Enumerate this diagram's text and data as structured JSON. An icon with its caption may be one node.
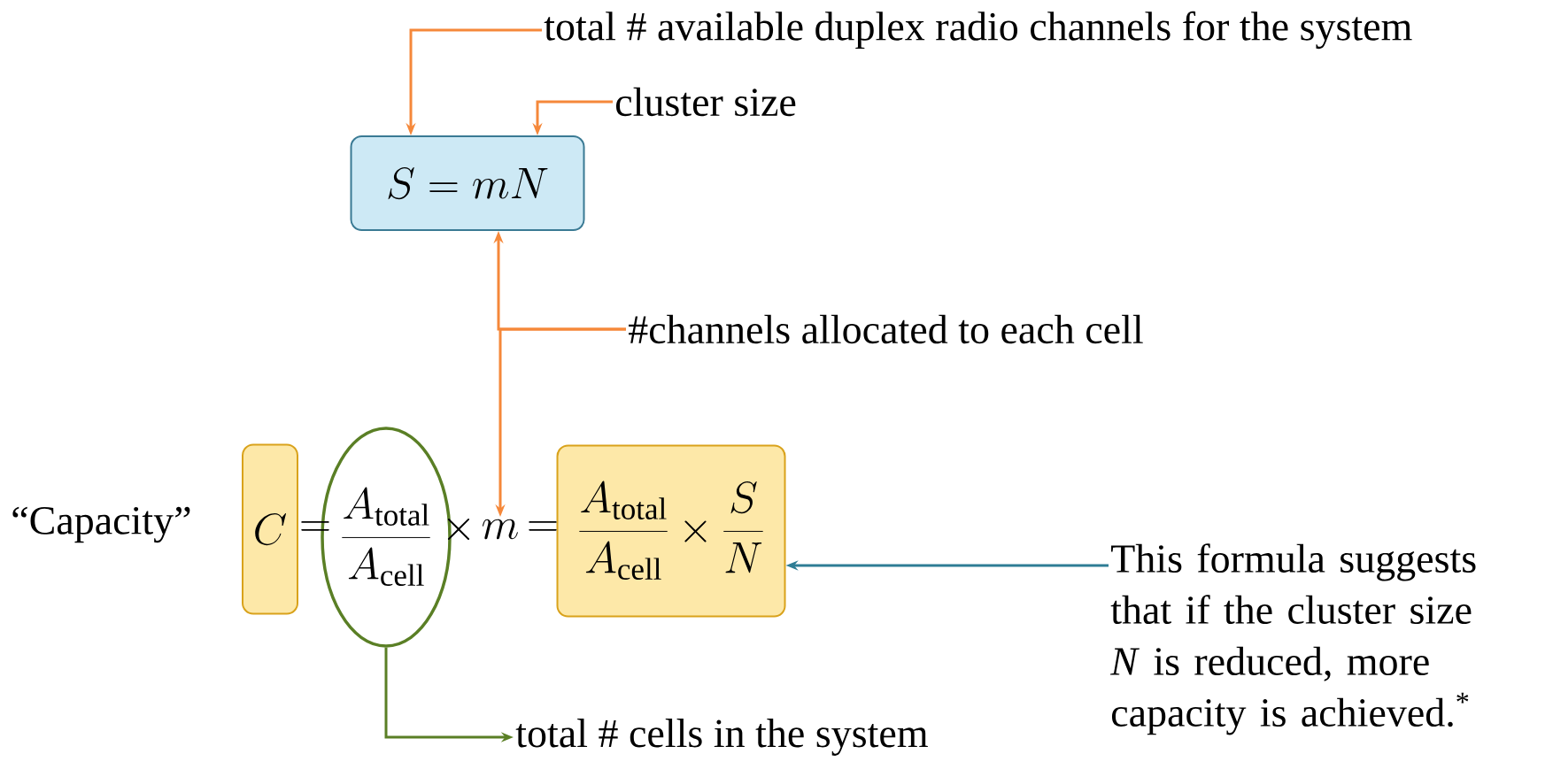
{
  "diagram": {
    "nodes": [
      {
        "text": [
          "total # available duplex radio channels for the system"
        ]
      },
      {
        "text": [
          "cluster size"
        ]
      },
      {
        "text": [
          "S = mN"
        ]
      },
      {
        "text": [
          "#channels allocated to each cell"
        ]
      },
      {
        "text": [
          "C"
        ]
      },
      {
        "text": [
          "\\frac{A_{\\mathrm{total}}}{A_{\\mathrm{cell}}}"
        ]
      },
      {
        "text": [
          "m"
        ]
      },
      {
        "text": [
          "\\frac{A_{\\mathrm{total}}}{A_{\\mathrm{cell}}} \\times \\frac{S}{N}"
        ]
      },
      {
        "text": [
          "This formula suggests that if the cluster size *N* is reduced, more capacity is achieved.$^{*}$"
        ]
      },
      {
        "text": [
          "total # cells in the system"
        ]
      }
    ],
    "edges": [
      {
        "from": 0,
        "to": 2,
        "arrow": "to"
      },
      {
        "from": 1,
        "to": 2,
        "arrow": "to"
      },
      {
        "from": 3,
        "to": 2,
        "arrow": "to"
      },
      {
        "from": 3,
        "to": 6,
        "arrow": "to"
      },
      {
        "from": 8,
        "to": 7,
        "arrow": "to",
        "color": "#2e7d95"
      },
      {
        "from": 5,
        "to": 9,
        "arrow": "to",
        "color": "#5a7f25"
      }
    ],
    "labels": [
      "“Capacity”",
      "=",
      "\\times",
      "="
    ]
  }
}
